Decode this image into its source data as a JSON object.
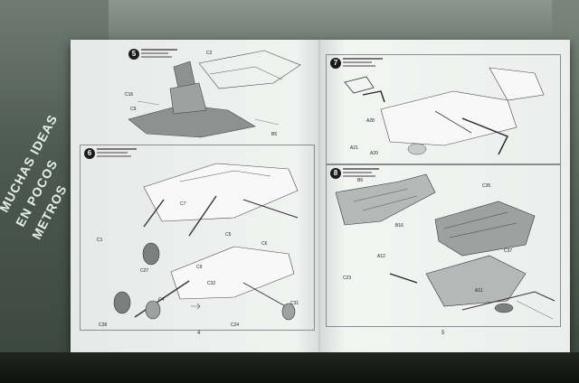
{
  "background": {
    "book_cover_lines": [
      "MUCHAS IDEAS",
      "EN POCOS",
      "METROS"
    ]
  },
  "booklet": {
    "left_page": {
      "page_number": "4",
      "steps": [
        {
          "number": "5",
          "parts": [
            "C16",
            "C9",
            "B5",
            "C2"
          ]
        },
        {
          "number": "6",
          "parts": [
            "C7",
            "C1",
            "C5",
            "C9",
            "C6",
            "C27",
            "C32",
            "C24",
            "C31",
            "C28",
            "C4"
          ]
        }
      ]
    },
    "right_page": {
      "page_number": "5",
      "steps": [
        {
          "number": "7",
          "parts": [
            "A28",
            "A21",
            "A20"
          ]
        },
        {
          "number": "8",
          "parts": [
            "B6",
            "B16",
            "C35",
            "C37",
            "A12",
            "C23",
            "A11"
          ]
        }
      ]
    }
  },
  "colors": {
    "paper": "#eef0ee",
    "ink": "#222222",
    "background": "#2c3630"
  }
}
